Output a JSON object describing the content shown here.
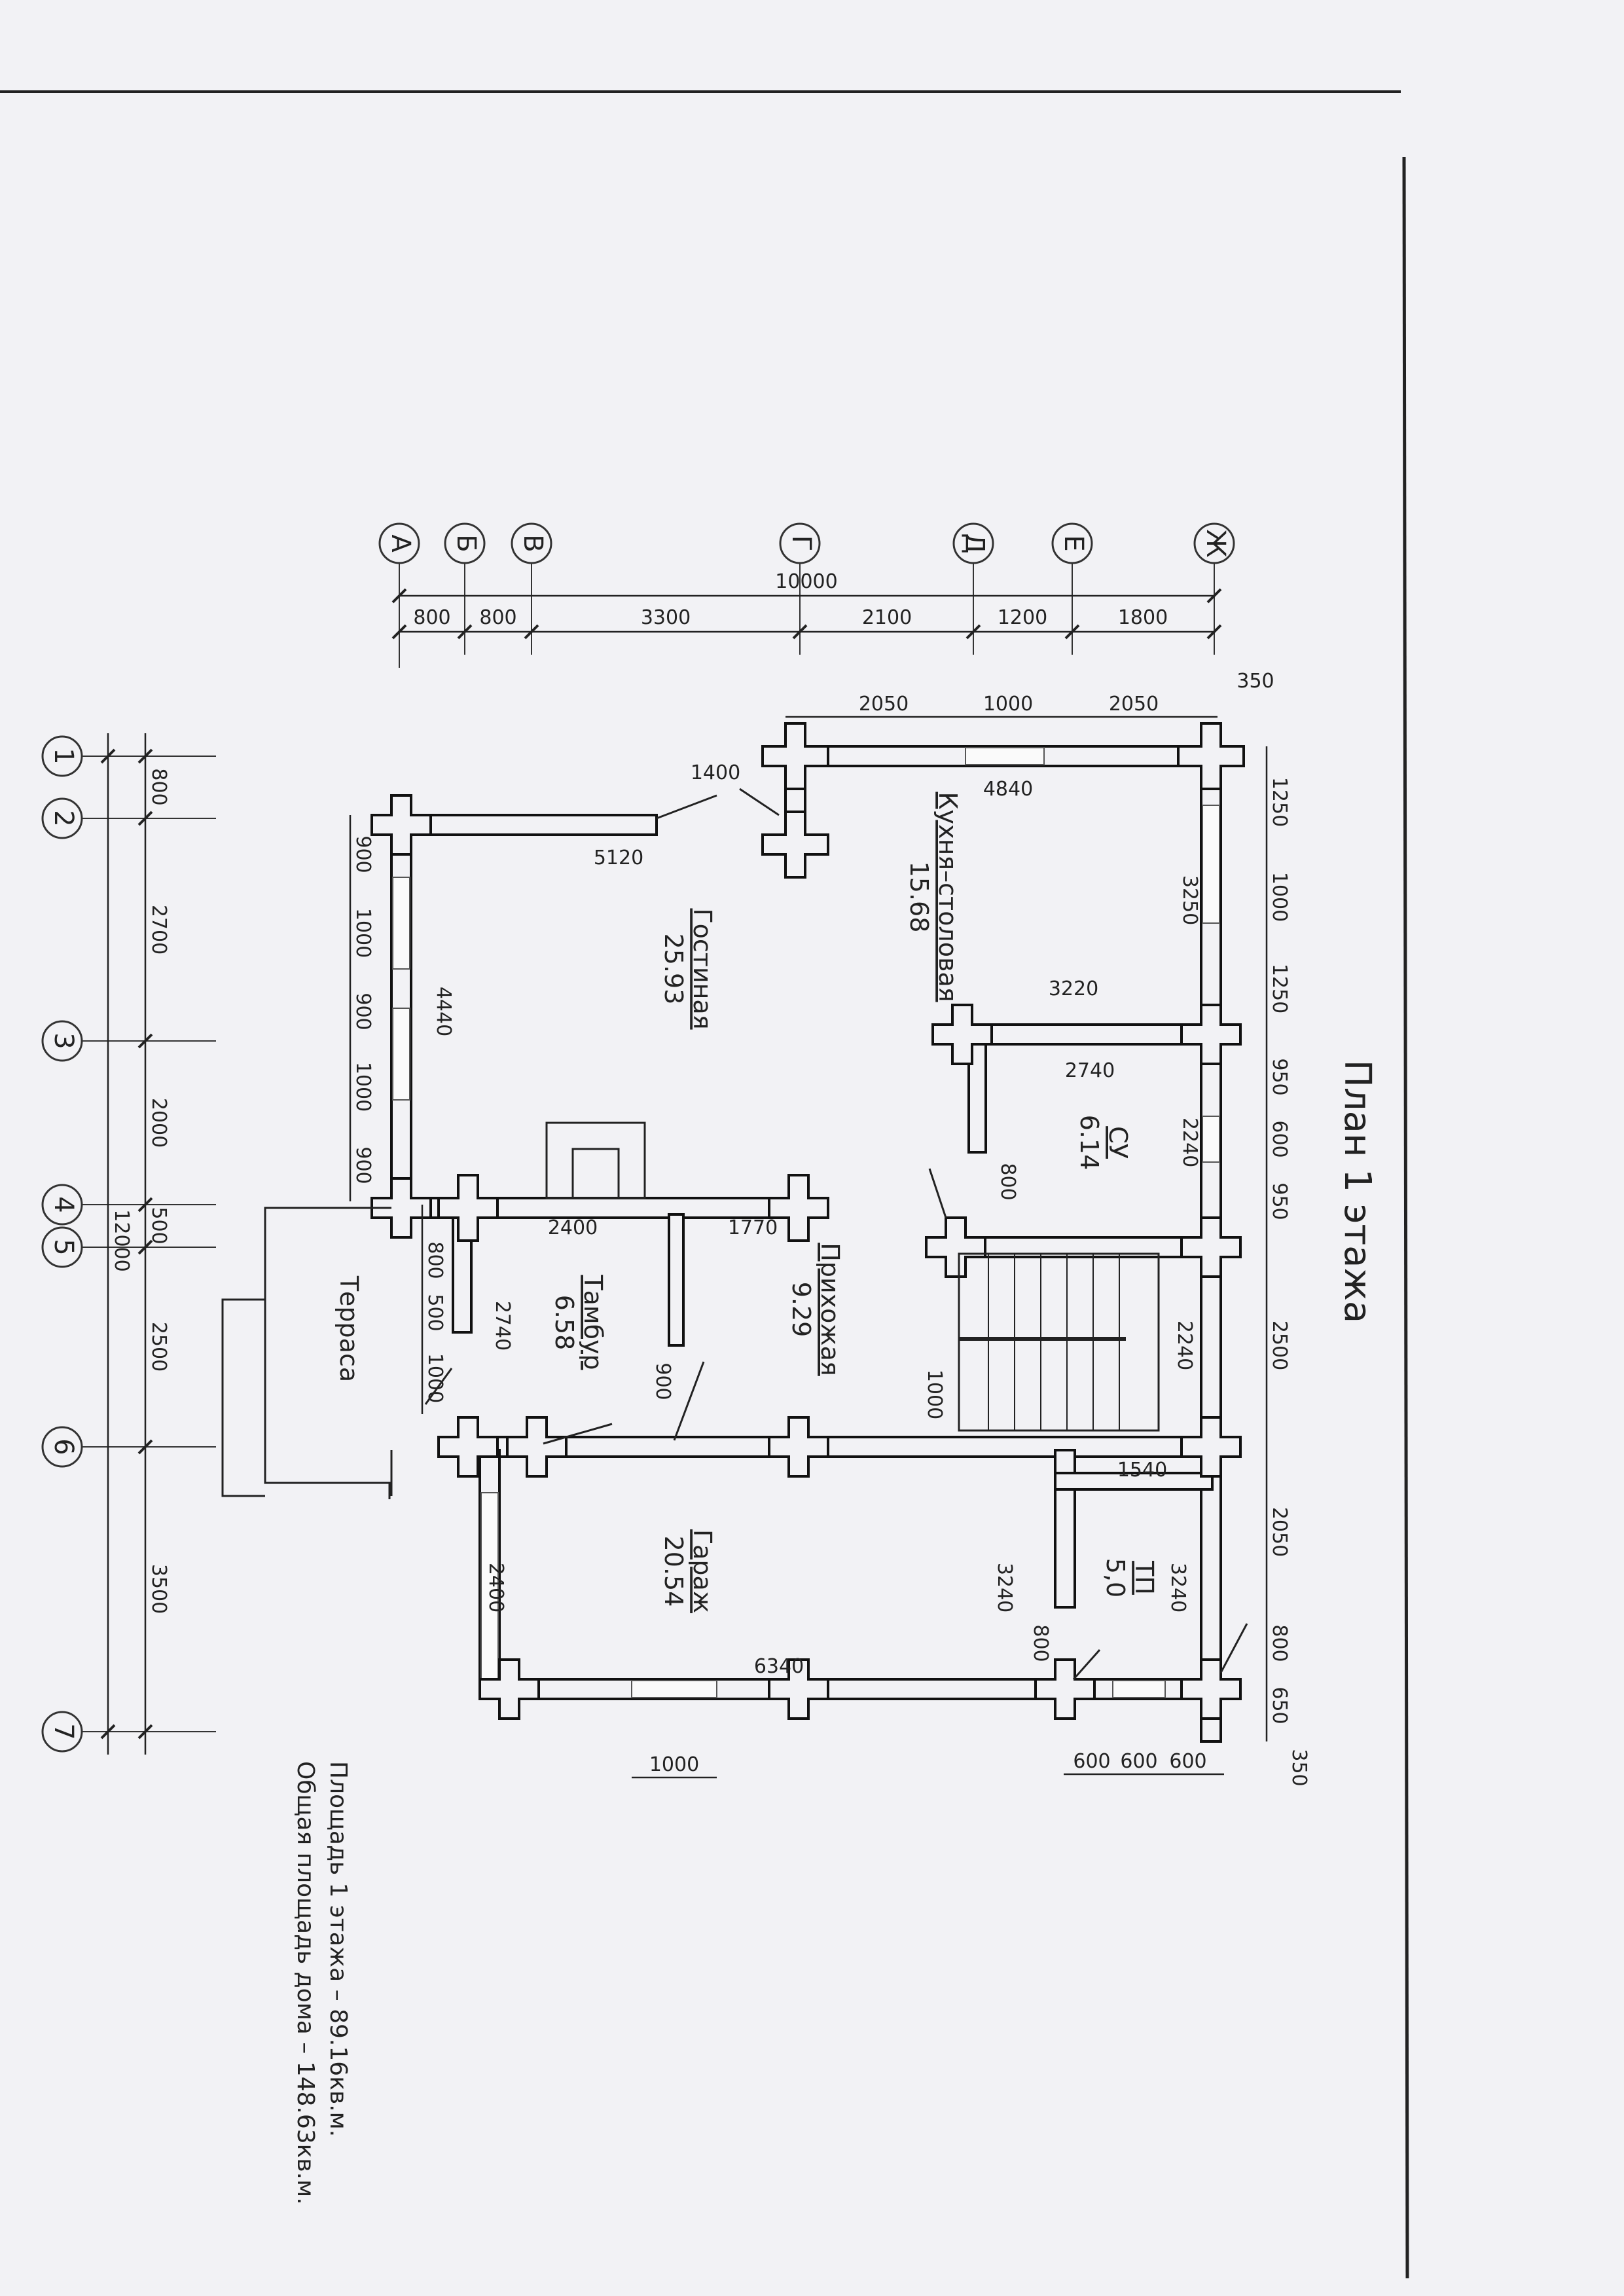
{
  "title": "План 1 этажа",
  "area_first_floor": "Площадь 1 этажа  –  89.16кв.м.",
  "area_total": "Общая площадь дома  –  148.63кв.м.",
  "axes_letters": [
    "А",
    "Б",
    "В",
    "Г",
    "Д",
    "Е",
    "Ж"
  ],
  "axes_numbers": [
    "1",
    "2",
    "3",
    "4",
    "5",
    "6",
    "7"
  ],
  "rooms": [
    {
      "name": "Гостиная",
      "area": "25.93"
    },
    {
      "name": "Кухня–столовая",
      "area": "15.68"
    },
    {
      "name": "СУ",
      "area": "6.14"
    },
    {
      "name": "Прихожая",
      "area": "9.29"
    },
    {
      "name": "Тамбур",
      "area": "6.58"
    },
    {
      "name": "Гараж",
      "area": "20.54"
    },
    {
      "name": "ТП",
      "area": "5,0"
    },
    {
      "name": "Терраса",
      "area": ""
    }
  ],
  "dims": {
    "top_total": "10000",
    "top_chain": [
      "800",
      "800",
      "3300",
      "2100",
      "1200",
      "1800"
    ],
    "left_total": "12000",
    "left_chain": [
      "800",
      "2700",
      "2000",
      "500",
      "2500",
      "3500"
    ],
    "top_windows": [
      "2050",
      "1000",
      "2050"
    ],
    "corner": "350",
    "right_chain": [
      "1250",
      "1000",
      "1250",
      "950",
      "600",
      "950",
      "2500",
      "2050",
      "800",
      "650"
    ],
    "right_end": "350",
    "bottom_chain": [
      "600",
      "600",
      "600"
    ],
    "bottom_window": "1000",
    "west_wall": [
      "900",
      "1000",
      "900",
      "1000",
      "900"
    ],
    "terrace": [
      "800",
      "500",
      "1000"
    ],
    "inner": {
      "d1400": "1400",
      "d5120": "5120",
      "d4840": "4840",
      "d4440": "4440",
      "d3250": "3250",
      "d3220": "3220",
      "d2740a": "2740",
      "d2240a": "2240",
      "d800a": "800",
      "d2400a": "2400",
      "d1770": "1770",
      "d2740b": "2740",
      "d900": "900",
      "d1000": "1000",
      "d2240b": "2240",
      "d1540": "1540",
      "d3240a": "3240",
      "d3240b": "3240",
      "d2400b": "2400",
      "d800b": "800",
      "d6340": "6340"
    }
  }
}
